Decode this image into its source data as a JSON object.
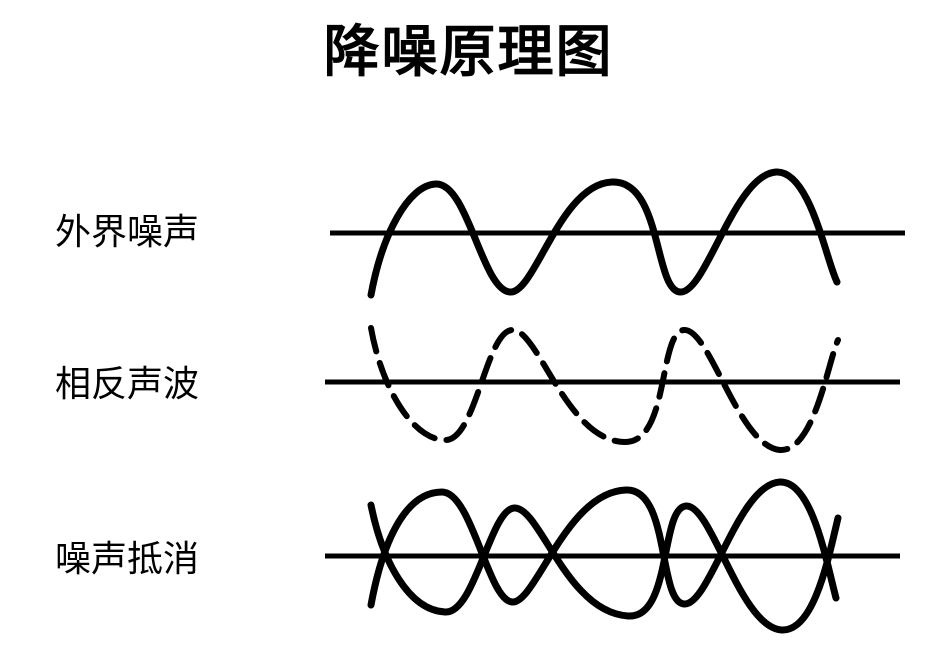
{
  "title": "降噪原理图",
  "rows": [
    {
      "label": "外界噪声"
    },
    {
      "label": "相反声波"
    },
    {
      "label": "噪声抵消"
    }
  ]
}
